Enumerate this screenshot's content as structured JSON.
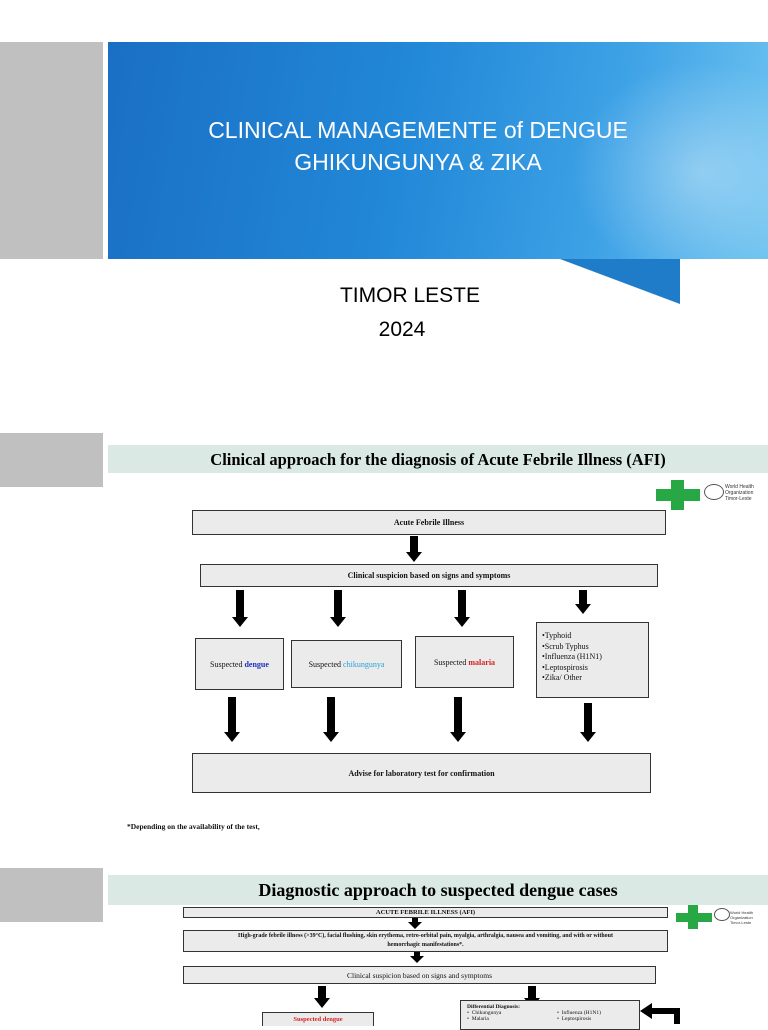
{
  "slide1": {
    "title_line1": "CLINICAL MANAGEMENTE of DENGUE",
    "title_line2": "GHIKUNGUNYA & ZIKA",
    "country": "TIMOR LESTE",
    "year": "2024"
  },
  "slide2": {
    "title": "Clinical approach for the diagnosis of  Acute  Febrile Illness (AFI)",
    "logo_text": "World Health Organization",
    "logo_sub": "Timor-Leste",
    "afi": "Acute Febrile Illness",
    "suspicion": "Clinical suspicion based on signs and symptoms",
    "suspected_label": "Suspected",
    "dengue": "dengue",
    "chik": "chikungunya",
    "malaria": "malaria",
    "others": [
      "•Typhoid",
      "•Scrub Typhus",
      "•Influenza (H1N1)",
      "•Leptospirosis",
      "•Zika/ Other"
    ],
    "advise": "Advise for laboratory test for confirmation",
    "footnote": "*Depending on the availability of the test,"
  },
  "slide3": {
    "title": "Diagnostic approach to suspected dengue cases",
    "afi": "ACUTE FEBRILE ILLNESS (AFI)",
    "criteria_line1": "High-grade febrile illness (>39°C), facial flushing, skin erythema, retro-orbital pain, myalgia, arthralgia, nausea and vomiting, and with or without",
    "criteria_line2": "hemorrhagic manifestations*.",
    "suspicion": "Clinical suspicion based on signs and symptoms",
    "diff_title": "Differential Diagnosis:",
    "diff_left": [
      "Chikungunya",
      "Malaria"
    ],
    "diff_right": [
      "Influenza (H1N1)",
      "Leptospirosis"
    ],
    "suspected_dengue": "Suspected dengue"
  },
  "colors": {
    "banner": "#2288d8",
    "tab": "#c0c0c0",
    "dengue": "#1a2fbf",
    "chik": "#2aa0d8",
    "malaria": "#d42020"
  }
}
